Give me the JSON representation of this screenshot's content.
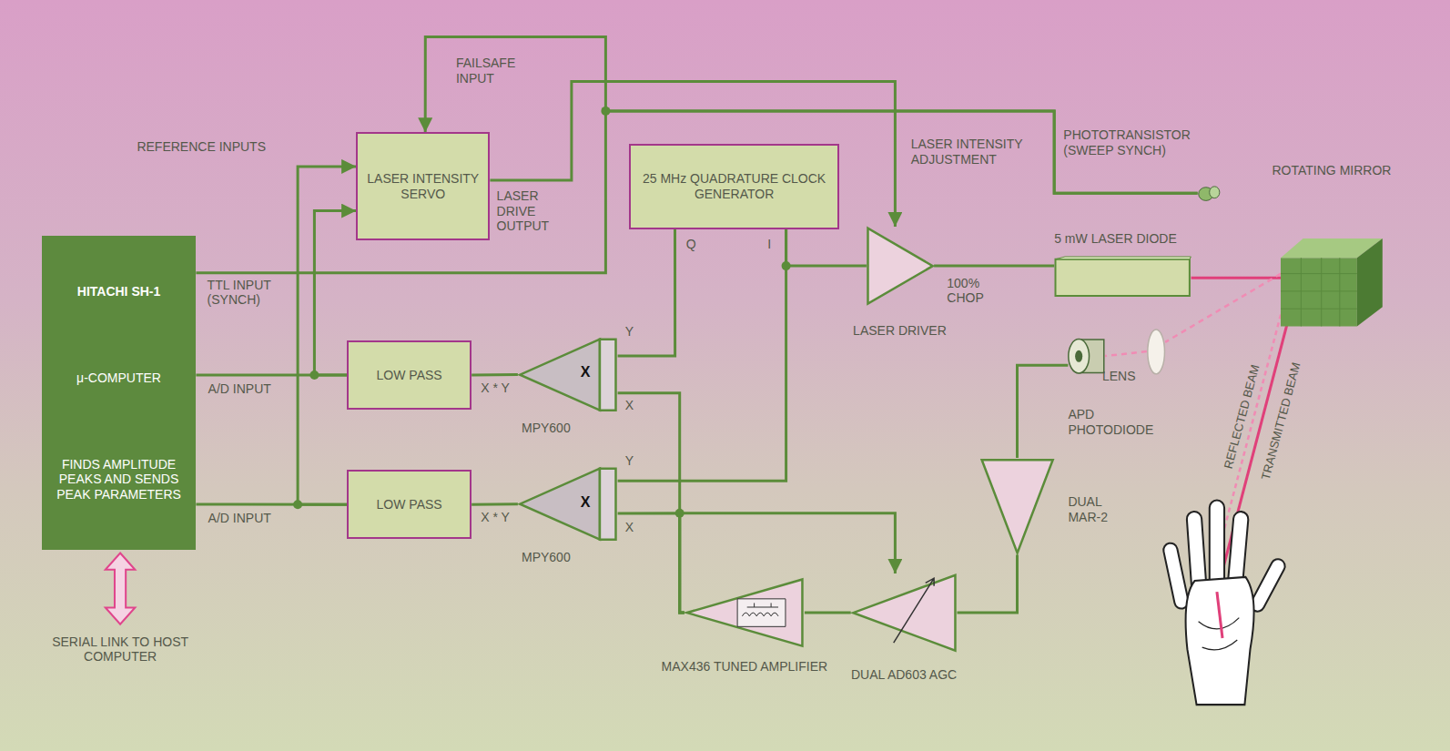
{
  "diagram": {
    "nodes": [
      {
        "text": [
          "LASER INTENSITY SERVO"
        ]
      },
      {
        "text": [
          "25 MHz QUADRATURE CLOCK GENERATOR"
        ]
      },
      {
        "text": [
          "HITACHI SH-1",
          "μ-COMPUTER",
          "FINDS AMPLITUDE PEAKS AND SENDS PEAK PARAMETERS"
        ]
      },
      {
        "text": [
          "LOW PASS"
        ]
      },
      {
        "text": [
          "LOW PASS"
        ]
      },
      {
        "text": [
          "X",
          "MPY600"
        ]
      },
      {
        "text": [
          "X",
          "MPY600"
        ]
      },
      {
        "text": [
          "LASER DRIVER"
        ]
      },
      {
        "text": [
          "5 mW LASER DIODE"
        ]
      },
      {
        "text": [
          "ROTATING MIRROR"
        ]
      },
      {
        "text": [
          "MAX436 TUNED AMPLIFIER"
        ]
      },
      {
        "text": [
          "DUAL AD603 AGC"
        ]
      },
      {
        "text": [
          "DUAL MAR-2"
        ]
      },
      {
        "text": [
          "APD PHOTODIODE"
        ]
      },
      {
        "text": [
          "LENS"
        ]
      },
      {
        "text": [
          "PHOTOTRANSISTOR (SWEEP SYNCH)"
        ]
      }
    ],
    "edges": [
      {
        "from": 1,
        "to": 5,
        "arrow": "none"
      },
      {
        "from": 1,
        "to": 7,
        "arrow": "none"
      },
      {
        "from": 1,
        "to": 6,
        "arrow": "none"
      },
      {
        "from": 5,
        "to": 3,
        "arrow": "none"
      },
      {
        "from": 6,
        "to": 4,
        "arrow": "none"
      },
      {
        "from": 3,
        "to": 2,
        "arrow": "none"
      },
      {
        "from": 4,
        "to": 2,
        "arrow": "none"
      },
      {
        "from": 3,
        "to": 0,
        "arrow": "to"
      },
      {
        "from": 4,
        "to": 0,
        "arrow": "to"
      },
      {
        "from": 0,
        "to": 7,
        "arrow": "to",
        "label": "LASER INTENSITY ADJUSTMENT"
      },
      {
        "from": 15,
        "to": 0,
        "arrow": "to"
      },
      {
        "from": 15,
        "to": 2,
        "arrow": "none"
      },
      {
        "from": 7,
        "to": 8,
        "arrow": "none",
        "label": "100% CHOP"
      },
      {
        "from": 8,
        "to": 9,
        "arrow": "none"
      },
      {
        "from": 9,
        "to": 14,
        "arrow": "none"
      },
      {
        "from": 14,
        "to": 13,
        "arrow": "none"
      },
      {
        "from": 13,
        "to": 12,
        "arrow": "none"
      },
      {
        "from": 12,
        "to": 11,
        "arrow": "none"
      },
      {
        "from": 11,
        "to": 10,
        "arrow": "none"
      },
      {
        "from": 10,
        "to": 5,
        "arrow": "none"
      },
      {
        "from": 10,
        "to": 6,
        "arrow": "none"
      },
      {
        "from": 10,
        "to": 11,
        "arrow": "to"
      }
    ],
    "labels": [
      "FAILSAFE INPUT",
      "REFERENCE INPUTS",
      "LASER DRIVE OUTPUT",
      "TTL INPUT (SYNCH)",
      "A/D INPUT",
      "A/D INPUT",
      "Q",
      "I",
      "Y",
      "X",
      "X * Y",
      "Y",
      "X",
      "X * Y",
      "REFLECTED BEAM",
      "TRANSMITTED BEAM",
      "SERIAL LINK TO HOST COMPUTER"
    ]
  }
}
